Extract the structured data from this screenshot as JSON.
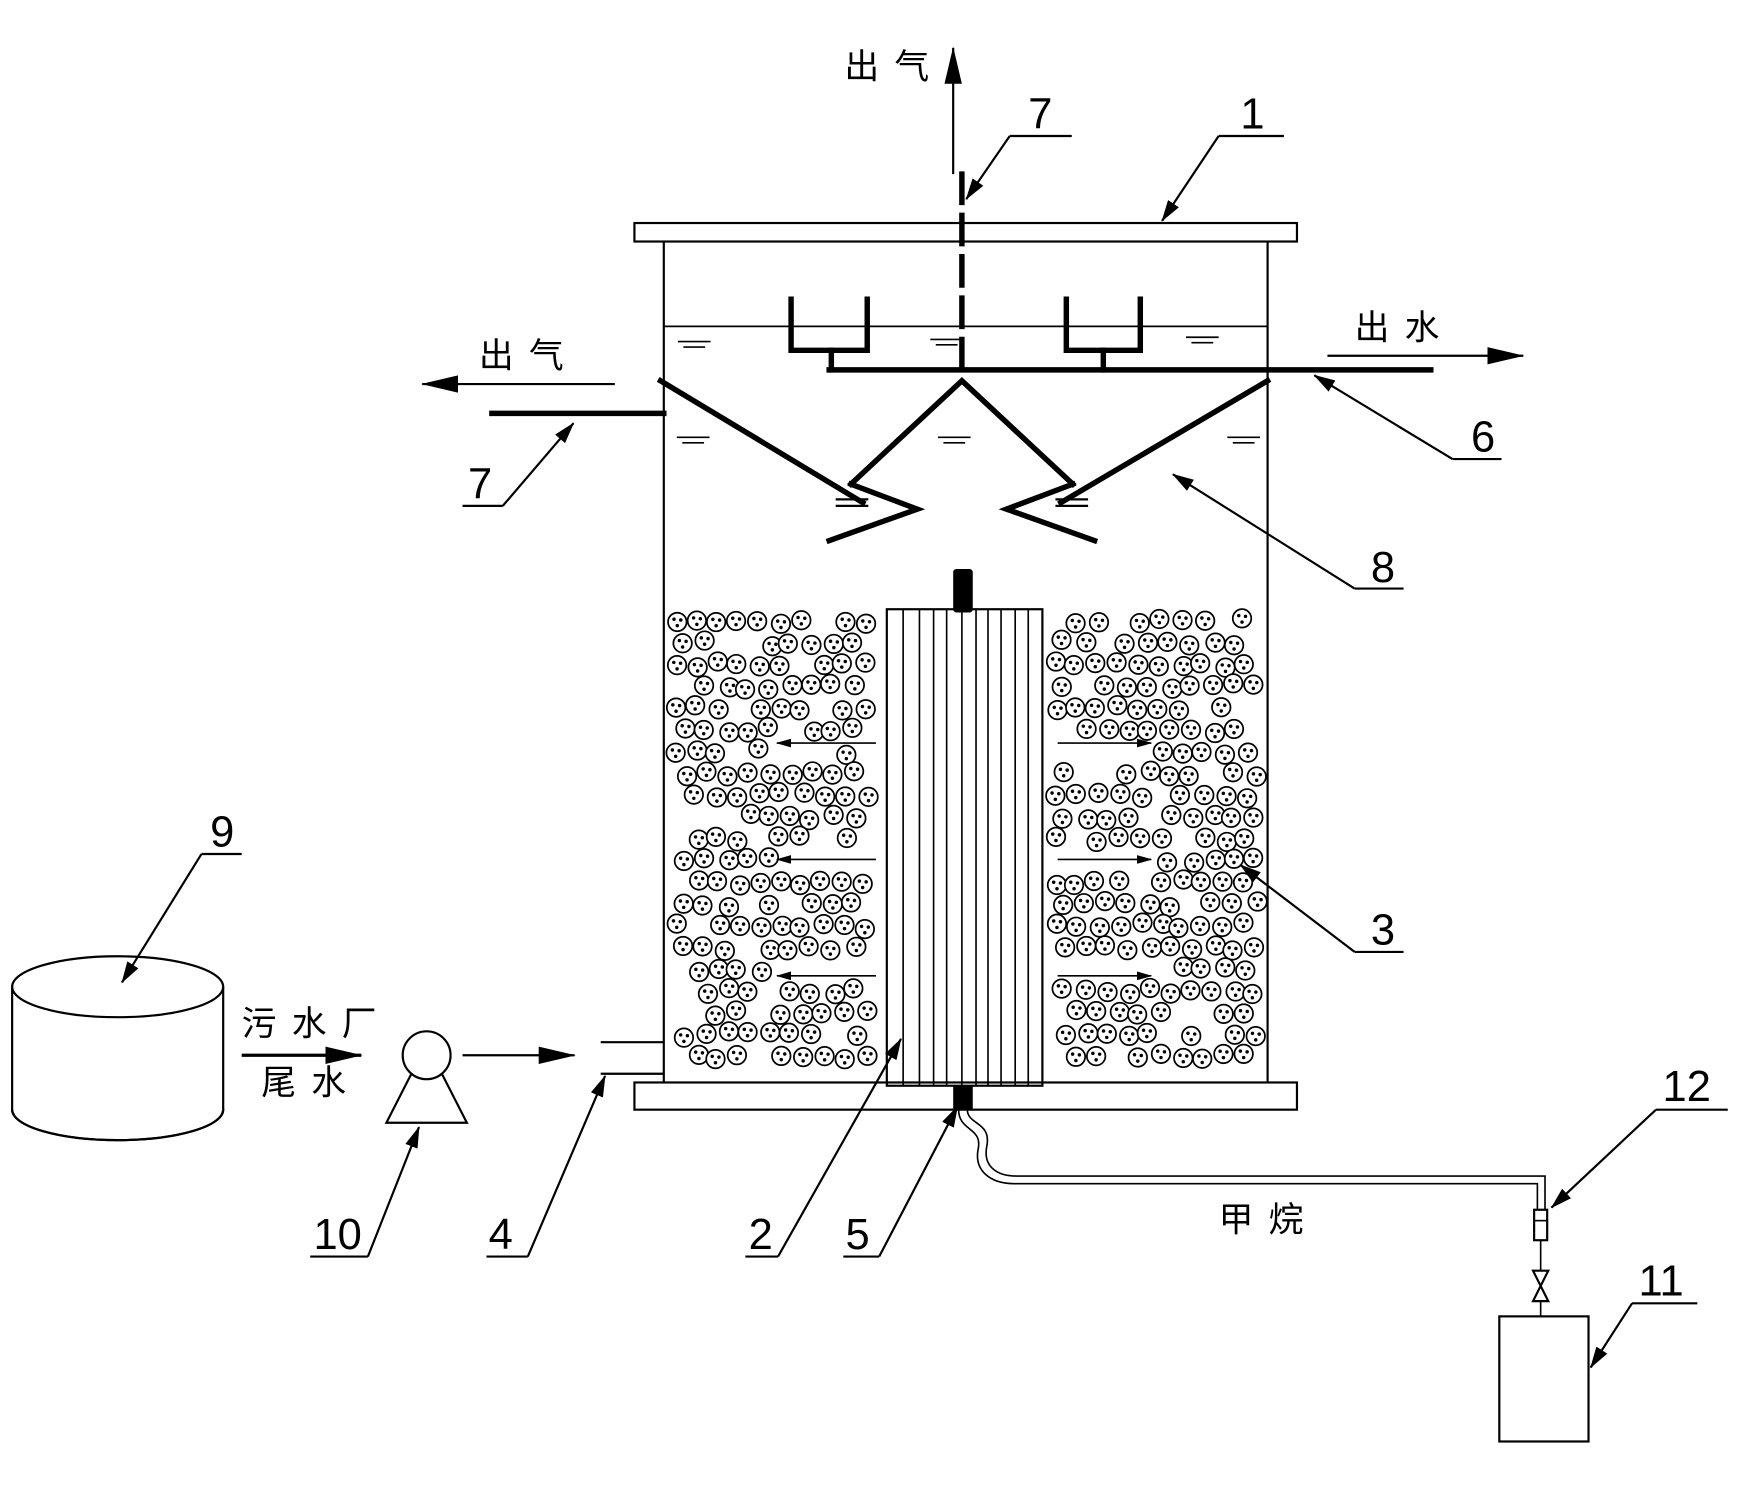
{
  "labels": {
    "gas_out_top": "出气",
    "gas_out_left": "出气",
    "water_out": "出水",
    "influent_line1": "污水厂",
    "influent_line2": "尾水",
    "methane": "甲烷"
  },
  "callouts": {
    "reactor_cover": "1",
    "membrane_module": "2",
    "carrier": "3",
    "inlet": "4",
    "gas_connector": "5",
    "outlet_pipe": "6",
    "gas_outlet_top": "7",
    "gas_outlet_left": "7",
    "separator": "8",
    "feed_tank": "9",
    "pump": "10",
    "gas_cylinder": "11",
    "flowmeter": "12"
  }
}
